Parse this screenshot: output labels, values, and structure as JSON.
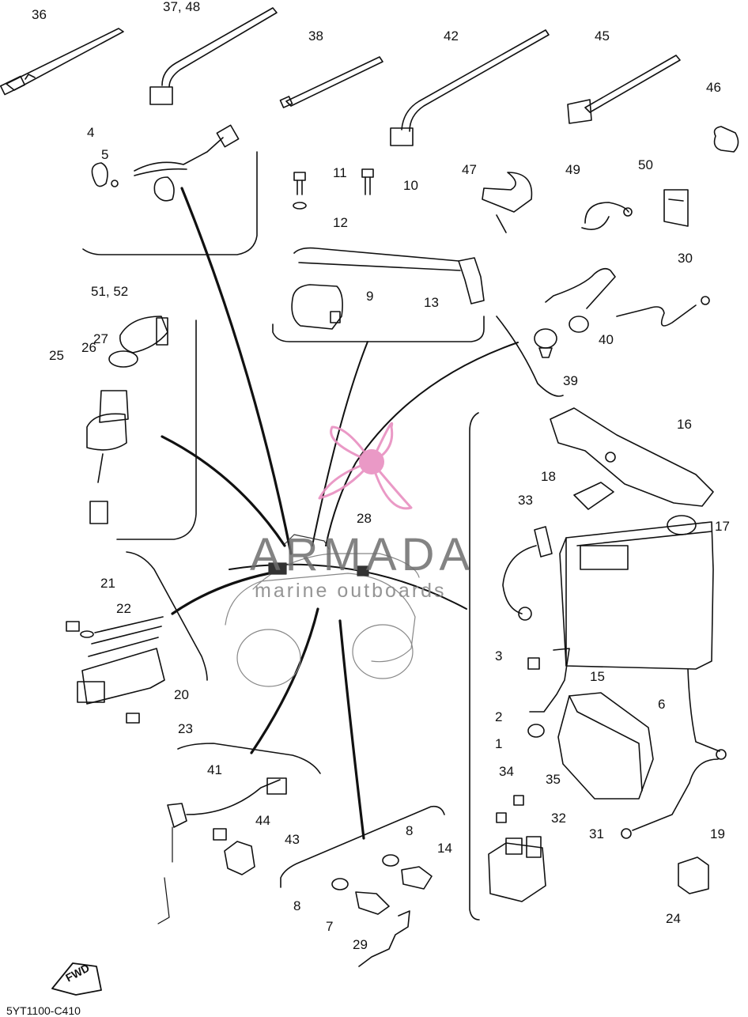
{
  "diagram": {
    "code": "5YT1100-C410",
    "direction_label": "FWD",
    "watermark": {
      "brand": "ARMADA",
      "tagline": "marine outboards",
      "accent_color": "#e88fc0"
    }
  },
  "callouts": [
    {
      "id": "c36",
      "text": "36"
    },
    {
      "id": "c3748",
      "text": "37, 48"
    },
    {
      "id": "c38",
      "text": "38"
    },
    {
      "id": "c42",
      "text": "42"
    },
    {
      "id": "c45",
      "text": "45"
    },
    {
      "id": "c46",
      "text": "46"
    },
    {
      "id": "c4",
      "text": "4"
    },
    {
      "id": "c5",
      "text": "5"
    },
    {
      "id": "c11",
      "text": "11"
    },
    {
      "id": "c10",
      "text": "10"
    },
    {
      "id": "c12",
      "text": "12"
    },
    {
      "id": "c47",
      "text": "47"
    },
    {
      "id": "c49",
      "text": "49"
    },
    {
      "id": "c50",
      "text": "50"
    },
    {
      "id": "c30",
      "text": "30"
    },
    {
      "id": "c9",
      "text": "9"
    },
    {
      "id": "c13",
      "text": "13"
    },
    {
      "id": "c5152",
      "text": "51, 52"
    },
    {
      "id": "c27",
      "text": "27"
    },
    {
      "id": "c25",
      "text": "25"
    },
    {
      "id": "c26",
      "text": "26"
    },
    {
      "id": "c39",
      "text": "39"
    },
    {
      "id": "c40",
      "text": "40"
    },
    {
      "id": "c16",
      "text": "16"
    },
    {
      "id": "c18",
      "text": "18"
    },
    {
      "id": "c33",
      "text": "33"
    },
    {
      "id": "c17",
      "text": "17"
    },
    {
      "id": "c28",
      "text": "28"
    },
    {
      "id": "c21",
      "text": "21"
    },
    {
      "id": "c22",
      "text": "22"
    },
    {
      "id": "c20",
      "text": "20"
    },
    {
      "id": "c23",
      "text": "23"
    },
    {
      "id": "c15",
      "text": "15"
    },
    {
      "id": "c3",
      "text": "3"
    },
    {
      "id": "c6",
      "text": "6"
    },
    {
      "id": "c2",
      "text": "2"
    },
    {
      "id": "c1",
      "text": "1"
    },
    {
      "id": "c41",
      "text": "41"
    },
    {
      "id": "c44",
      "text": "44"
    },
    {
      "id": "c43",
      "text": "43"
    },
    {
      "id": "c34",
      "text": "34"
    },
    {
      "id": "c35",
      "text": "35"
    },
    {
      "id": "c32",
      "text": "32"
    },
    {
      "id": "c31",
      "text": "31"
    },
    {
      "id": "c19",
      "text": "19"
    },
    {
      "id": "c8a",
      "text": "8"
    },
    {
      "id": "c14",
      "text": "14"
    },
    {
      "id": "c8b",
      "text": "8"
    },
    {
      "id": "c7",
      "text": "7"
    },
    {
      "id": "c29",
      "text": "29"
    },
    {
      "id": "c24",
      "text": "24"
    }
  ]
}
